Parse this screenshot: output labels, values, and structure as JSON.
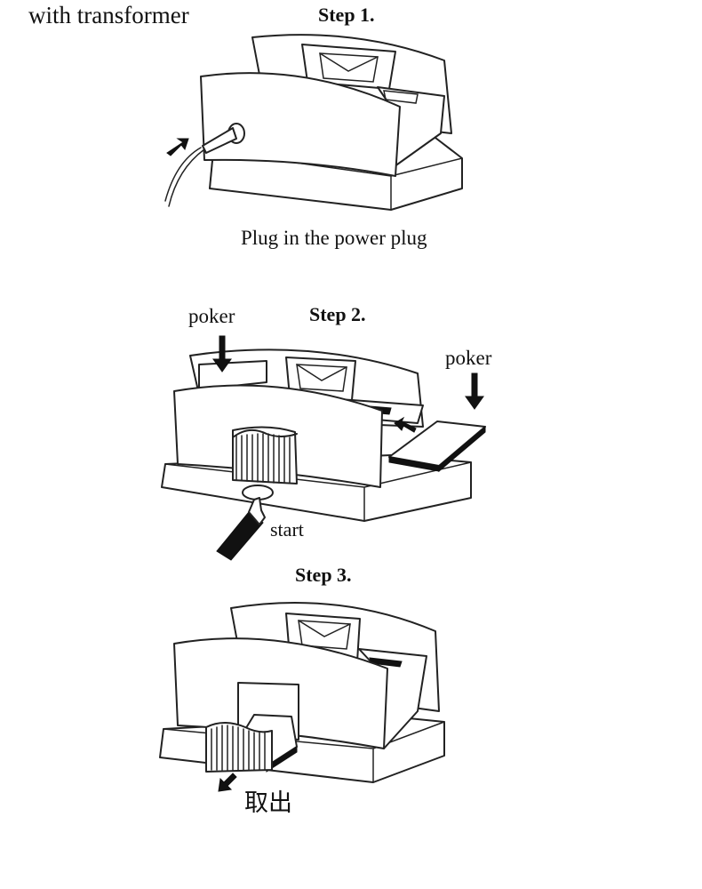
{
  "header": {
    "subtitle": "with transformer"
  },
  "steps": [
    {
      "title": "Step 1.",
      "caption": "Plug in the power plug"
    },
    {
      "title": "Step 2.",
      "label_left": "poker",
      "label_right": "poker",
      "label_start": "start"
    },
    {
      "title": "Step 3.",
      "label_out": "取出"
    }
  ]
}
